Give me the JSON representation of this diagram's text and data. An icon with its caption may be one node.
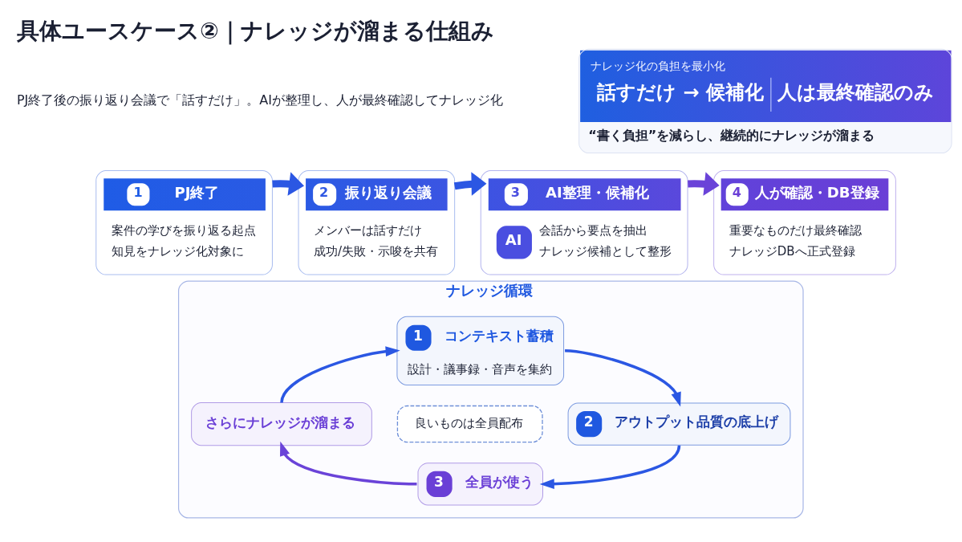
{
  "diagram": {
    "title": "具体ユースケース②｜ナレッジが溜まる仕組み",
    "nodes": [
      {
        "text": [
          "ナレッジ化の負担を最小化",
          "話すだけ → 候補化",
          "人は最終確認のみ",
          "“書く負担”を減らし、継続的にナレッジが溜まる"
        ]
      },
      {
        "text": [
          "1",
          "PJ終了",
          "案件の学びを振り返る起点",
          "知見をナレッジ化対象に"
        ]
      },
      {
        "text": [
          "2",
          "振り返り会議",
          "メンバーは話すだけ",
          "成功/失敗・示唆を共有"
        ]
      },
      {
        "text": [
          "3",
          "AI整理・候補化",
          "AI",
          "会話から要点を抽出",
          "ナレッジ候補として整形"
        ]
      },
      {
        "text": [
          "4",
          "人が確認・DB登録",
          "重要なものだけ最終確認",
          "ナレッジDBへ正式登録"
        ]
      },
      {
        "text": [
          "ナレッジ循環"
        ]
      },
      {
        "text": [
          "1",
          "コンテキスト蓄積",
          "設計・議事録・音声を集約"
        ],
        "in": 5
      },
      {
        "text": [
          "さらにナレッジが溜まる"
        ],
        "in": 5
      },
      {
        "text": [
          "良いものは全員配布"
        ],
        "in": 5
      },
      {
        "text": [
          "2",
          "アウトプット品質の底上げ"
        ],
        "in": 5
      },
      {
        "text": [
          "3",
          "全員が使う"
        ],
        "in": 5
      }
    ],
    "edges": [
      {
        "from": 1,
        "to": 2,
        "arrow": "to",
        "style": "thick"
      },
      {
        "from": 2,
        "to": 3,
        "arrow": "to",
        "style": "thick"
      },
      {
        "from": 3,
        "to": 4,
        "arrow": "to",
        "style": "thick",
        "color": "#6a43d8"
      },
      {
        "from": 6,
        "to": 9,
        "arrow": "to"
      },
      {
        "from": 9,
        "to": 10,
        "arrow": "to"
      },
      {
        "from": 10,
        "to": 7,
        "arrow": "to",
        "color": "#6a43d8"
      },
      {
        "from": 7,
        "to": 6,
        "arrow": "to"
      }
    ],
    "labels": [
      "PJ終了後の振り返り会議で「話すだけ」。AIが整理し、人が最終確認してナレッジ化"
    ]
  }
}
